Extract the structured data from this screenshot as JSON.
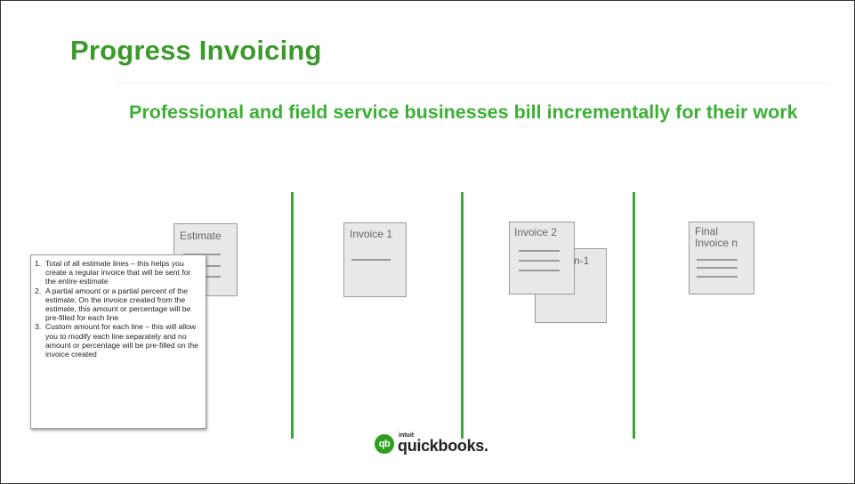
{
  "slide": {
    "title": "Progress Invoicing",
    "headline": "Professional and field service businesses bill incrementally for their work"
  },
  "documents": {
    "estimate": "Estimate",
    "invoice_1": "Invoice 1",
    "invoice_2": "Invoice 2",
    "invoice_n_minus_1_partial": "n-1",
    "final_line1": "Final",
    "final_line2": "Invoice n"
  },
  "notes": [
    {
      "num": "1.",
      "text": "Total of all estimate lines – this helps you create a regular invoice that will be sent for the entire estimate"
    },
    {
      "num": "2.",
      "text": "A partial amount or a partial percent of the estimate; On the invoice created from the estimate, this amount or percentage will be pre-filled for each line"
    },
    {
      "num": "3.",
      "text": "Custom amount for each line – this will allow you to modify each line separately and no amount or percentage will be pre-filled on the invoice created"
    }
  ],
  "logo": {
    "badge": "qb",
    "intuit": "intuit",
    "wordmark": "quickbooks."
  },
  "colors": {
    "title_green": "#3a9b2b",
    "headline_green": "#3cb034",
    "divider_green": "#3aa63a",
    "logo_green": "#2ca01c"
  }
}
